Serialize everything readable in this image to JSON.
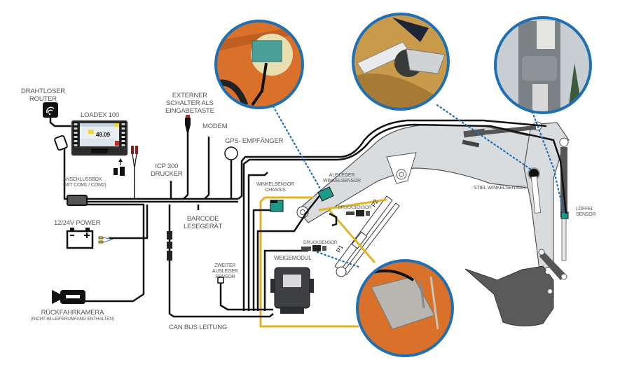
{
  "diagram": {
    "title_device": "LOADEX 100",
    "screen_value": "49.09",
    "colors": {
      "cable": "#111111",
      "yellow_cable": "#e2b424",
      "photo_border": "#1f6fb3",
      "dotted_link": "#1f6fb3",
      "sensor_teal": "#1e9a8a",
      "excavator_fill": "#d9dcde",
      "excavator_stroke": "#555555",
      "label_text": "#555555",
      "photo_orange": "#d9712a",
      "photo_ochre": "#c89a4a",
      "photo_gray": "#7b8184",
      "weighmodule": "#3d3f42"
    },
    "labels": {
      "router": [
        "DRAHTLOSER",
        "ROUTER"
      ],
      "loadex": "LOADEX 100",
      "external_switch": [
        "EXTERNER",
        "SCHALTER ALS",
        "EINGABETASTE"
      ],
      "modem": "MODEM",
      "gps": "GPS- EMPFÄNGER",
      "printer": [
        "ICP 300",
        "DRUCKER"
      ],
      "junction_box": [
        "ANSCHLUSSBOX",
        "(MIT COM1 / COM2)"
      ],
      "power": "12/24V POWER",
      "barcode": [
        "BARCODE",
        "LESEGERÄT"
      ],
      "camera": [
        "RÜCKFAHRKAMERA",
        "(NICHT IM LEIFERUMFANG ENTHALTEN)"
      ],
      "can_bus": "CAN BUS LEITUNG",
      "second_boom_sensor": [
        "ZWEITER",
        "AUSLEGER",
        "SENSOR"
      ],
      "weigh_module": "WEIGEMODUL",
      "chassis_angle_sensor": [
        "WINKELSENSOR",
        "CHASSIS"
      ],
      "boom_angle_sensor": [
        "AUSLEGER",
        "WINKELSENSOR"
      ],
      "pressure_sensor_top": "DRUCKSENSOR",
      "pressure_sensor_bottom": "DRUCKSENSOR",
      "p1": "P1",
      "p2": "P2",
      "stick_angle_sensor": "STIEL WINKELSENSOR",
      "bucket_sensor": [
        "LÖFFEL",
        "SENSOR"
      ]
    },
    "photos": [
      {
        "name": "photo-boom-angle-sensor",
        "subject": "boom angle sensor on orange boom"
      },
      {
        "name": "photo-stick-angle-sensor",
        "subject": "stick angle sensor linkage on ochre arm"
      },
      {
        "name": "photo-bucket-sensor",
        "subject": "bucket sensor on gray cylinder"
      },
      {
        "name": "photo-pressure-sensors",
        "subject": "pressure sensors on hydraulic valve block"
      }
    ]
  }
}
